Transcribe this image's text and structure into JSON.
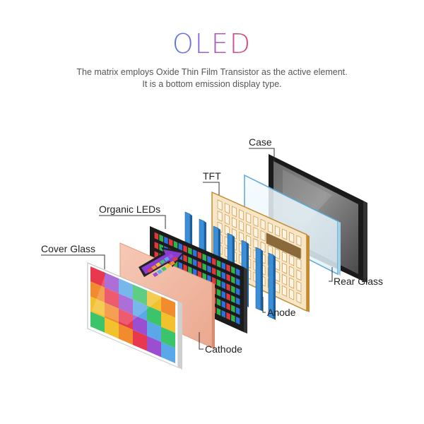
{
  "header": {
    "title": "OLED",
    "subtitle_line1": "The matrix employs Oxide Thin Film Transistor as the active element.",
    "subtitle_line2": "It is a bottom emission display type."
  },
  "labels": {
    "case": "Case",
    "tft": "TFT",
    "organic_leds": "Organic LEDs",
    "cover_glass": "Cover Glass",
    "rear_glass": "Rear Glass",
    "anode": "Anode",
    "cathode": "Cathode"
  },
  "colors": {
    "title_start": "#4f7de0",
    "title_end": "#e8456d",
    "anode_blue": "#3a8fd8",
    "tft_gold": "#d9a64e",
    "cathode_pink": "#f2b8a3"
  },
  "icons": {
    "arrow": "multicolor-arrow-icon"
  }
}
